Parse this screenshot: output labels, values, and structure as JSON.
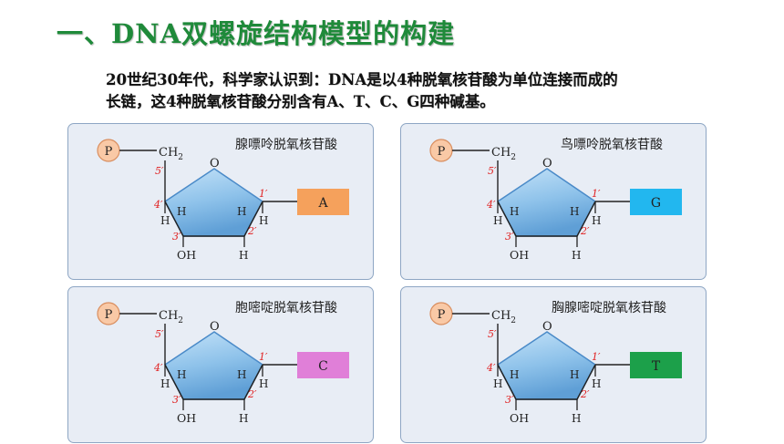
{
  "title": "一、DNA双螺旋结构模型的构建",
  "intro": {
    "line1": "20世纪30年代，科学家认识到：DNA是以4种脱氧核苷酸为单位连接而成的",
    "line2": "长链，这4种脱氧核苷酸分别含有A、T、C、G四种碱基。"
  },
  "labels": {
    "phosphate": "P",
    "ch2": "CH",
    "ch2_sub": "2",
    "oxygen": "O",
    "h": "H",
    "oh": "OH",
    "c1": "1′",
    "c2": "2′",
    "c3": "3′",
    "c4": "4′",
    "c5": "5′"
  },
  "colors": {
    "phosphate": "#f9c9a6",
    "ring": "#8ec2ea",
    "carbon_label": "#e02020",
    "title": "#1f8a3a"
  },
  "nucleotides": [
    {
      "name": "腺嘌呤脱氧核苷酸",
      "base": "A",
      "color": "#f5a15c"
    },
    {
      "name": "鸟嘌呤脱氧核苷酸",
      "base": "G",
      "color": "#22b7ef"
    },
    {
      "name": "胞嘧啶脱氧核苷酸",
      "base": "C",
      "color": "#e07fd8"
    },
    {
      "name": "胸腺嘧啶脱氧核苷酸",
      "base": "T",
      "color": "#1ca04a"
    }
  ]
}
